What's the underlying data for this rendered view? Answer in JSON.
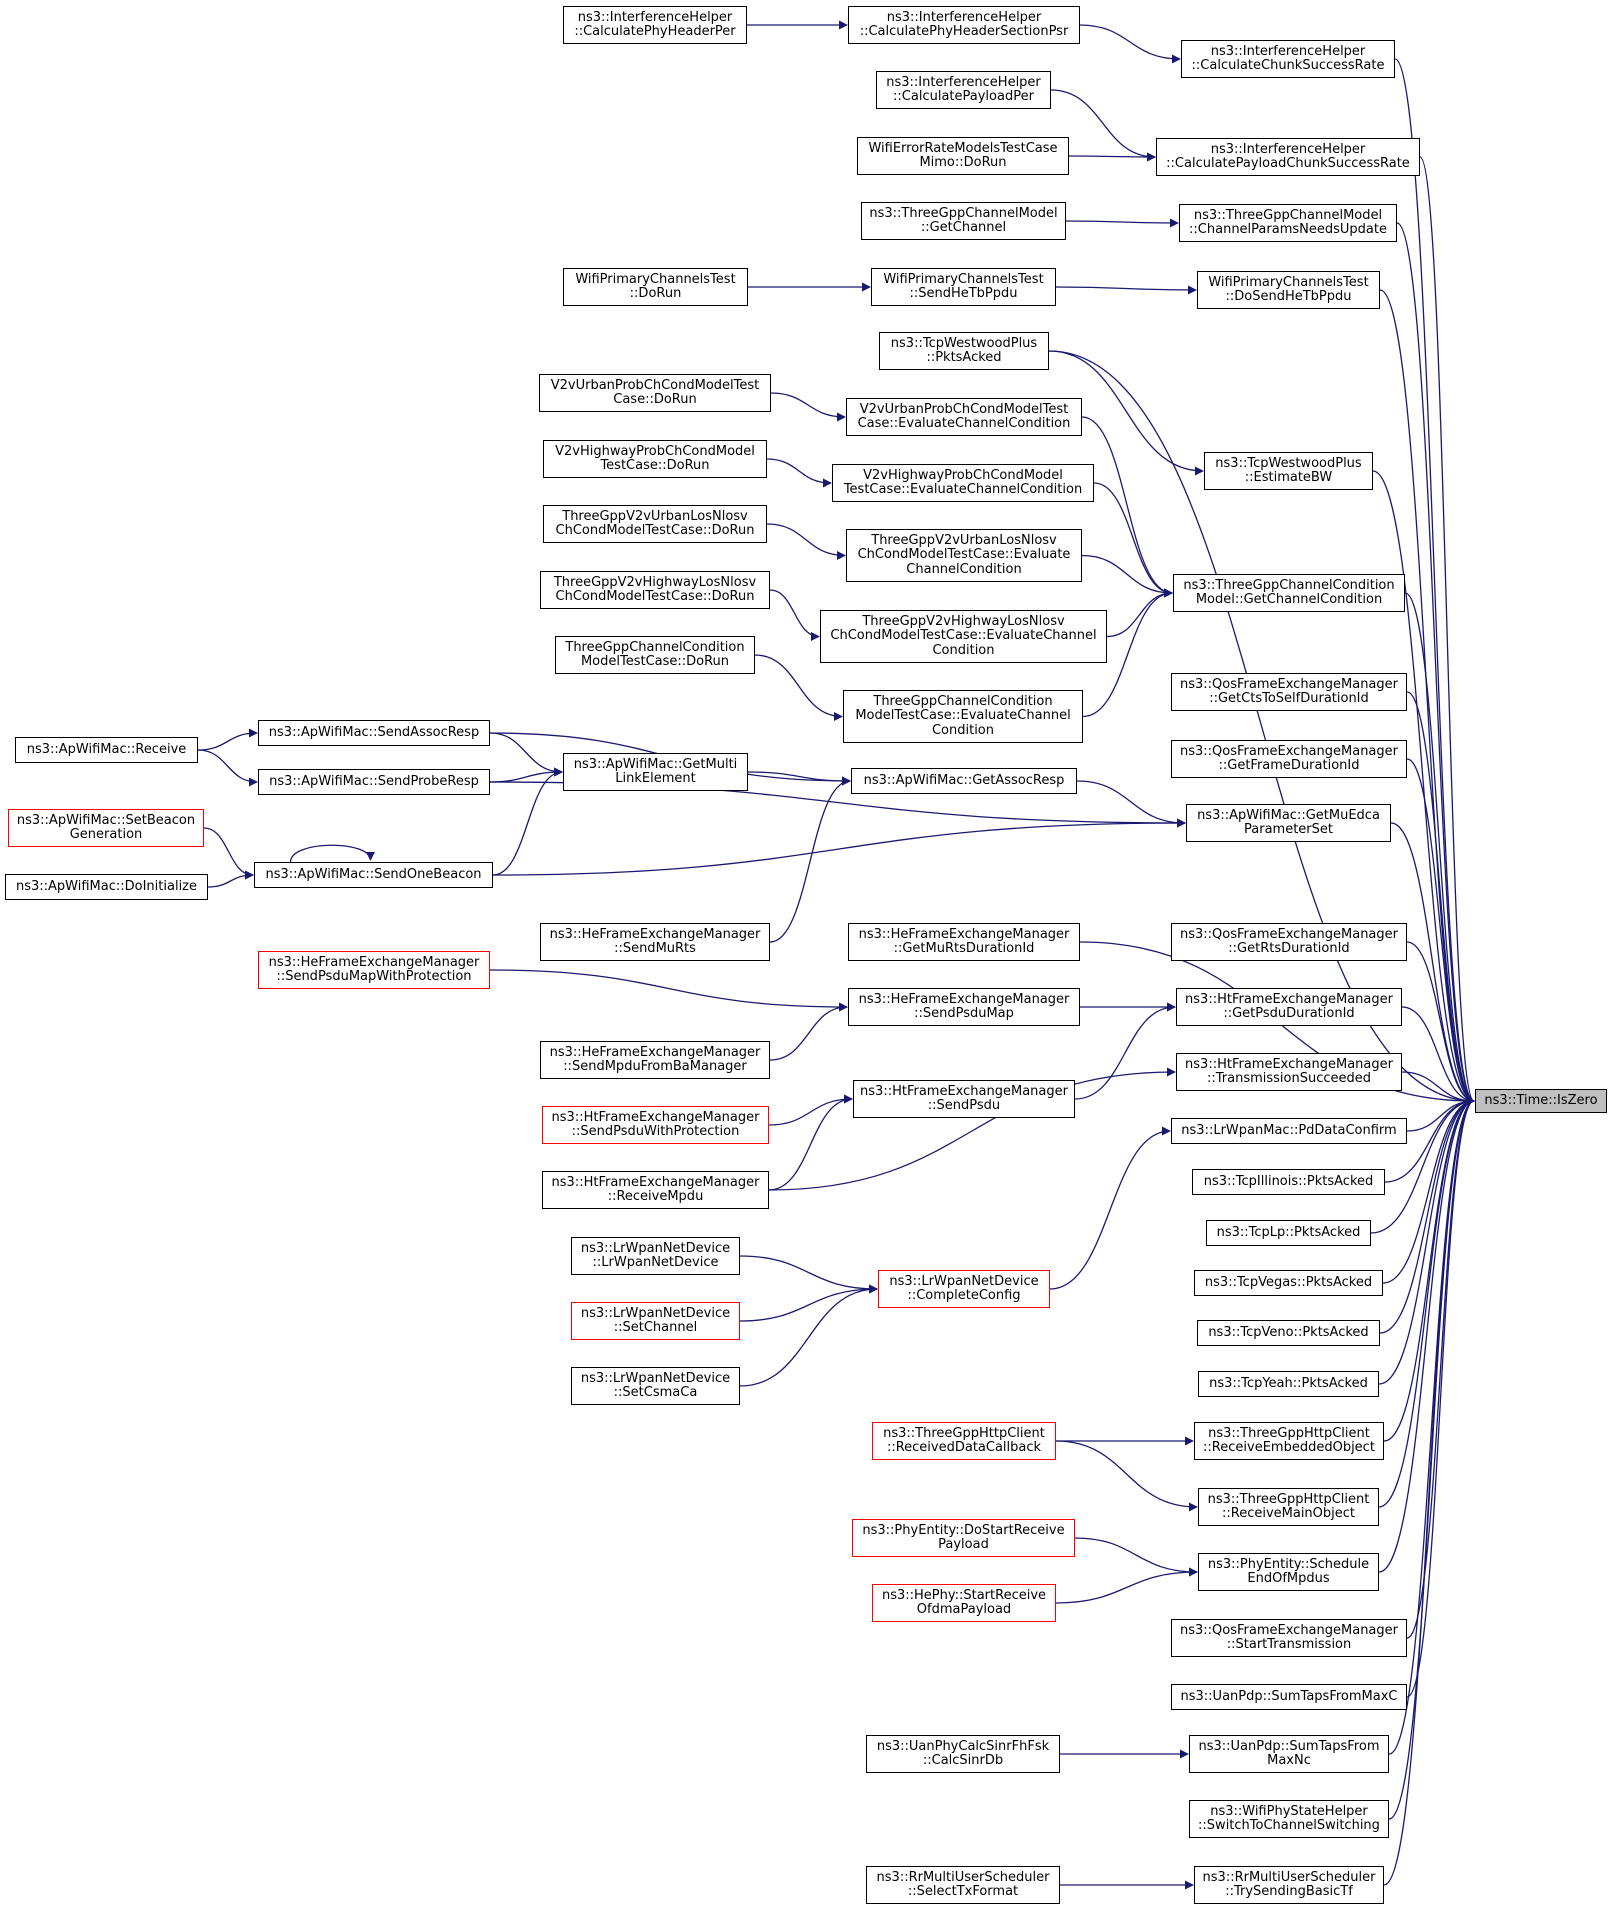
{
  "colors": {
    "edge": "#191970",
    "node_border": "#000000",
    "truncated_border": "#ff0000",
    "root_fill": "#bfbfbf"
  },
  "nodes": [
    {
      "id": "root",
      "lines": [
        "ns3::Time::IsZero"
      ],
      "style": "root"
    },
    {
      "id": "n1",
      "lines": [
        "ns3::InterferenceHelper",
        "::CalculateChunkSuccessRate"
      ]
    },
    {
      "id": "n2",
      "lines": [
        "ns3::InterferenceHelper",
        "::CalculatePayloadChunkSuccessRate"
      ]
    },
    {
      "id": "n3",
      "lines": [
        "ns3::ThreeGppChannelModel",
        "::ChannelParamsNeedsUpdate"
      ]
    },
    {
      "id": "n4",
      "lines": [
        "WifiPrimaryChannelsTest",
        "::DoSendHeTbPpdu"
      ]
    },
    {
      "id": "n5",
      "lines": [
        "ns3::TcpWestwoodPlus",
        "::PktsAcked"
      ]
    },
    {
      "id": "n6",
      "lines": [
        "ns3::TcpWestwoodPlus",
        "::EstimateBW"
      ]
    },
    {
      "id": "n7",
      "lines": [
        "ns3::ThreeGppChannelCondition",
        "Model::GetChannelCondition"
      ]
    },
    {
      "id": "n8",
      "lines": [
        "ns3::QosFrameExchangeManager",
        "::GetCtsToSelfDurationId"
      ]
    },
    {
      "id": "n9",
      "lines": [
        "ns3::QosFrameExchangeManager",
        "::GetFrameDurationId"
      ]
    },
    {
      "id": "n10",
      "lines": [
        "ns3::ApWifiMac::GetMuEdca",
        "ParameterSet"
      ]
    },
    {
      "id": "n11",
      "lines": [
        "ns3::HeFrameExchangeManager",
        "::GetMuRtsDurationId"
      ]
    },
    {
      "id": "n12",
      "lines": [
        "ns3::QosFrameExchangeManager",
        "::GetRtsDurationId"
      ]
    },
    {
      "id": "n13",
      "lines": [
        "ns3::HtFrameExchangeManager",
        "::GetPsduDurationId"
      ]
    },
    {
      "id": "n14",
      "lines": [
        "ns3::HtFrameExchangeManager",
        "::TransmissionSucceeded"
      ]
    },
    {
      "id": "n15",
      "lines": [
        "ns3::LrWpanMac::PdDataConfirm"
      ]
    },
    {
      "id": "n16",
      "lines": [
        "ns3::TcpIllinois::PktsAcked"
      ]
    },
    {
      "id": "n17",
      "lines": [
        "ns3::TcpLp::PktsAcked"
      ]
    },
    {
      "id": "n18",
      "lines": [
        "ns3::TcpVegas::PktsAcked"
      ]
    },
    {
      "id": "n19",
      "lines": [
        "ns3::TcpVeno::PktsAcked"
      ]
    },
    {
      "id": "n20",
      "lines": [
        "ns3::TcpYeah::PktsAcked"
      ]
    },
    {
      "id": "n21",
      "lines": [
        "ns3::ThreeGppHttpClient",
        "::ReceiveEmbeddedObject"
      ]
    },
    {
      "id": "n22",
      "lines": [
        "ns3::ThreeGppHttpClient",
        "::ReceiveMainObject"
      ]
    },
    {
      "id": "n23",
      "lines": [
        "ns3::PhyEntity::Schedule",
        "EndOfMpdus"
      ]
    },
    {
      "id": "n24",
      "lines": [
        "ns3::QosFrameExchangeManager",
        "::StartTransmission"
      ]
    },
    {
      "id": "n25",
      "lines": [
        "ns3::UanPdp::SumTapsFromMaxC"
      ]
    },
    {
      "id": "n26",
      "lines": [
        "ns3::UanPdp::SumTapsFrom",
        "MaxNc"
      ]
    },
    {
      "id": "n27",
      "lines": [
        "ns3::WifiPhyStateHelper",
        "::SwitchToChannelSwitching"
      ]
    },
    {
      "id": "n28",
      "lines": [
        "ns3::RrMultiUserScheduler",
        "::TrySendingBasicTf"
      ]
    },
    {
      "id": "m1",
      "lines": [
        "ns3::InterferenceHelper",
        "::CalculatePhyHeaderSectionPsr"
      ]
    },
    {
      "id": "m2",
      "lines": [
        "ns3::InterferenceHelper",
        "::CalculatePayloadPer"
      ]
    },
    {
      "id": "m3",
      "lines": [
        "WifiErrorRateModelsTestCase",
        "Mimo::DoRun"
      ]
    },
    {
      "id": "m4",
      "lines": [
        "ns3::ThreeGppChannelModel",
        "::GetChannel"
      ]
    },
    {
      "id": "m5",
      "lines": [
        "WifiPrimaryChannelsTest",
        "::SendHeTbPpdu"
      ]
    },
    {
      "id": "m6",
      "lines": [
        "V2vUrbanProbChCondModelTest",
        "Case::EvaluateChannelCondition"
      ]
    },
    {
      "id": "m7",
      "lines": [
        "V2vHighwayProbChCondModel",
        "TestCase::EvaluateChannelCondition"
      ]
    },
    {
      "id": "m8",
      "lines": [
        "ThreeGppV2vUrbanLosNlosv",
        "ChCondModelTestCase::Evaluate",
        "ChannelCondition"
      ]
    },
    {
      "id": "m9",
      "lines": [
        "ThreeGppV2vHighwayLosNlosv",
        "ChCondModelTestCase::EvaluateChannel",
        "Condition"
      ]
    },
    {
      "id": "m10",
      "lines": [
        "ThreeGppChannelCondition",
        "ModelTestCase::EvaluateChannel",
        "Condition"
      ]
    },
    {
      "id": "m11",
      "lines": [
        "ns3::ApWifiMac::GetAssocResp"
      ]
    },
    {
      "id": "m12",
      "lines": [
        "ns3::HeFrameExchangeManager",
        "::SendPsduMap"
      ]
    },
    {
      "id": "m13",
      "lines": [
        "ns3::HtFrameExchangeManager",
        "::SendPsdu"
      ]
    },
    {
      "id": "m14",
      "lines": [
        "ns3::LrWpanNetDevice",
        "::CompleteConfig"
      ],
      "style": "red"
    },
    {
      "id": "m15",
      "lines": [
        "ns3::ThreeGppHttpClient",
        "::ReceivedDataCallback"
      ],
      "style": "red"
    },
    {
      "id": "m16",
      "lines": [
        "ns3::PhyEntity::DoStartReceive",
        "Payload"
      ],
      "style": "red"
    },
    {
      "id": "m17",
      "lines": [
        "ns3::HePhy::StartReceive",
        "OfdmaPayload"
      ],
      "style": "red"
    },
    {
      "id": "m18",
      "lines": [
        "ns3::UanPhyCalcSinrFhFsk",
        "::CalcSinrDb"
      ]
    },
    {
      "id": "m19",
      "lines": [
        "ns3::RrMultiUserScheduler",
        "::SelectTxFormat"
      ]
    },
    {
      "id": "l1",
      "lines": [
        "ns3::InterferenceHelper",
        "::CalculatePhyHeaderPer"
      ]
    },
    {
      "id": "l2",
      "lines": [
        "WifiPrimaryChannelsTest",
        "::DoRun"
      ]
    },
    {
      "id": "l3",
      "lines": [
        "V2vUrbanProbChCondModelTest",
        "Case::DoRun"
      ]
    },
    {
      "id": "l4",
      "lines": [
        "V2vHighwayProbChCondModel",
        "TestCase::DoRun"
      ]
    },
    {
      "id": "l5",
      "lines": [
        "ThreeGppV2vUrbanLosNlosv",
        "ChCondModelTestCase::DoRun"
      ]
    },
    {
      "id": "l6",
      "lines": [
        "ThreeGppV2vHighwayLosNlosv",
        "ChCondModelTestCase::DoRun"
      ]
    },
    {
      "id": "l7",
      "lines": [
        "ThreeGppChannelCondition",
        "ModelTestCase::DoRun"
      ]
    },
    {
      "id": "l8",
      "lines": [
        "ns3::ApWifiMac::GetMulti",
        "LinkElement"
      ]
    },
    {
      "id": "l9",
      "lines": [
        "ns3::HeFrameExchangeManager",
        "::SendMuRts"
      ]
    },
    {
      "id": "l10",
      "lines": [
        "ns3::HeFrameExchangeManager",
        "::SendMpduFromBaManager"
      ]
    },
    {
      "id": "l11",
      "lines": [
        "ns3::HtFrameExchangeManager",
        "::SendPsduWithProtection"
      ],
      "style": "red"
    },
    {
      "id": "l12",
      "lines": [
        "ns3::HtFrameExchangeManager",
        "::ReceiveMpdu"
      ]
    },
    {
      "id": "l13",
      "lines": [
        "ns3::LrWpanNetDevice",
        "::LrWpanNetDevice"
      ]
    },
    {
      "id": "l14",
      "lines": [
        "ns3::LrWpanNetDevice",
        "::SetChannel"
      ],
      "style": "red"
    },
    {
      "id": "l15",
      "lines": [
        "ns3::LrWpanNetDevice",
        "::SetCsmaCa"
      ]
    },
    {
      "id": "k1",
      "lines": [
        "ns3::ApWifiMac::SendAssocResp"
      ]
    },
    {
      "id": "k2",
      "lines": [
        "ns3::ApWifiMac::SendProbeResp"
      ]
    },
    {
      "id": "k3",
      "lines": [
        "ns3::ApWifiMac::SendOneBeacon"
      ]
    },
    {
      "id": "k4",
      "lines": [
        "ns3::HeFrameExchangeManager",
        "::SendPsduMapWithProtection"
      ],
      "style": "red"
    },
    {
      "id": "j1",
      "lines": [
        "ns3::ApWifiMac::Receive"
      ]
    },
    {
      "id": "j2",
      "lines": [
        "ns3::ApWifiMac::SetBeacon",
        "Generation"
      ],
      "style": "red"
    },
    {
      "id": "j3",
      "lines": [
        "ns3::ApWifiMac::DoInitialize"
      ]
    }
  ],
  "edges": [
    [
      "n1",
      "root"
    ],
    [
      "n2",
      "root"
    ],
    [
      "n3",
      "root"
    ],
    [
      "n4",
      "root"
    ],
    [
      "n5",
      "root"
    ],
    [
      "n6",
      "root"
    ],
    [
      "n7",
      "root"
    ],
    [
      "n8",
      "root"
    ],
    [
      "n9",
      "root"
    ],
    [
      "n10",
      "root"
    ],
    [
      "n11",
      "root"
    ],
    [
      "n12",
      "root"
    ],
    [
      "n13",
      "root"
    ],
    [
      "n14",
      "root"
    ],
    [
      "n15",
      "root"
    ],
    [
      "n16",
      "root"
    ],
    [
      "n17",
      "root"
    ],
    [
      "n18",
      "root"
    ],
    [
      "n19",
      "root"
    ],
    [
      "n20",
      "root"
    ],
    [
      "n21",
      "root"
    ],
    [
      "n22",
      "root"
    ],
    [
      "n23",
      "root"
    ],
    [
      "n24",
      "root"
    ],
    [
      "n25",
      "root"
    ],
    [
      "n26",
      "root"
    ],
    [
      "n27",
      "root"
    ],
    [
      "n28",
      "root"
    ],
    [
      "m1",
      "n1"
    ],
    [
      "m2",
      "n2"
    ],
    [
      "m3",
      "n2"
    ],
    [
      "m4",
      "n3"
    ],
    [
      "m5",
      "n4"
    ],
    [
      "n5",
      "n6"
    ],
    [
      "m6",
      "n7"
    ],
    [
      "m7",
      "n7"
    ],
    [
      "m8",
      "n7"
    ],
    [
      "m9",
      "n7"
    ],
    [
      "m10",
      "n7"
    ],
    [
      "m11",
      "n10"
    ],
    [
      "k2",
      "n10"
    ],
    [
      "k3",
      "n10"
    ],
    [
      "m12",
      "n13"
    ],
    [
      "m13",
      "n13"
    ],
    [
      "l12",
      "n14"
    ],
    [
      "m14",
      "n15"
    ],
    [
      "m15",
      "n21"
    ],
    [
      "m15",
      "n22"
    ],
    [
      "m16",
      "n23"
    ],
    [
      "m17",
      "n23"
    ],
    [
      "m18",
      "n26"
    ],
    [
      "m19",
      "n28"
    ],
    [
      "l1",
      "m1"
    ],
    [
      "l2",
      "m5"
    ],
    [
      "l3",
      "m6"
    ],
    [
      "l4",
      "m7"
    ],
    [
      "l5",
      "m8"
    ],
    [
      "l6",
      "m9"
    ],
    [
      "l7",
      "m10"
    ],
    [
      "k1",
      "m11"
    ],
    [
      "l8",
      "m11"
    ],
    [
      "l9",
      "m11"
    ],
    [
      "k4",
      "m12"
    ],
    [
      "l10",
      "m12"
    ],
    [
      "l11",
      "m13"
    ],
    [
      "l12",
      "m13"
    ],
    [
      "l13",
      "m14"
    ],
    [
      "l14",
      "m14"
    ],
    [
      "l15",
      "m14"
    ],
    [
      "k1",
      "l8"
    ],
    [
      "k2",
      "l8"
    ],
    [
      "k3",
      "l8"
    ],
    [
      "j1",
      "k1"
    ],
    [
      "j1",
      "k2"
    ],
    [
      "j2",
      "k3"
    ],
    [
      "j3",
      "k3"
    ],
    [
      "k3",
      "k3"
    ]
  ]
}
